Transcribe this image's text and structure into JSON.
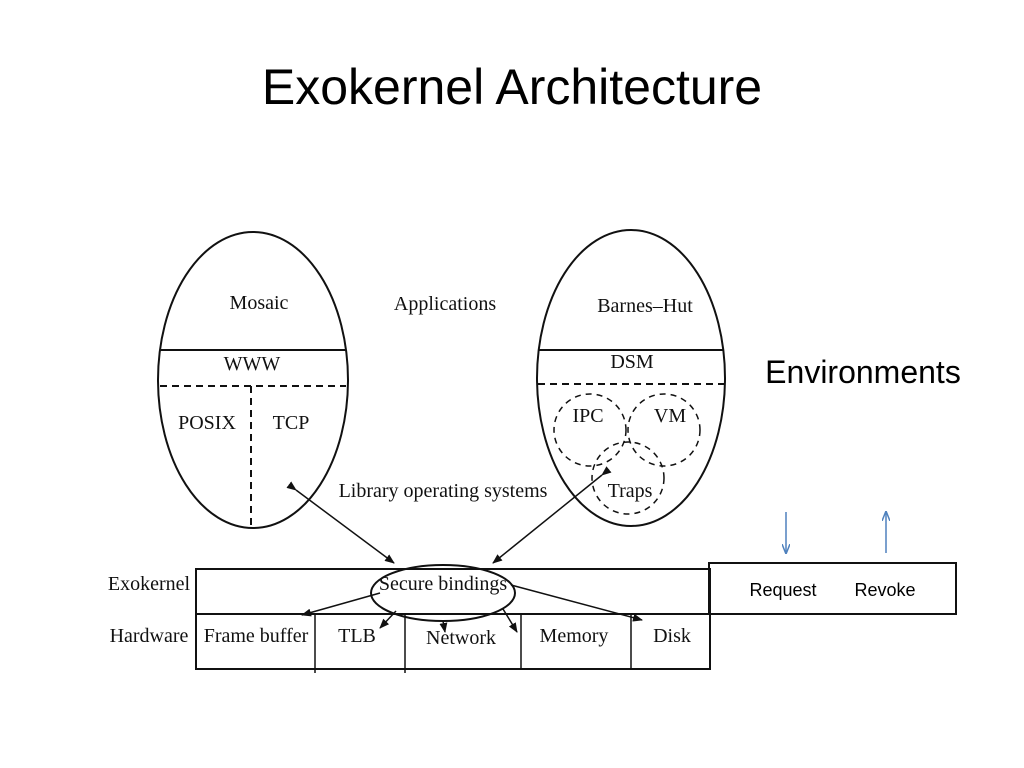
{
  "title": "Exokernel Architecture",
  "environments_label": "Environments",
  "left_app": {
    "app": "Mosaic",
    "library": "WWW",
    "services": [
      "POSIX",
      "TCP"
    ]
  },
  "right_app": {
    "app": "Barnes–Hut",
    "library": "DSM",
    "services": [
      "IPC",
      "VM",
      "Traps"
    ]
  },
  "applications_label": "Applications",
  "library_os_label": "Library operating systems",
  "exokernel_label": "Exokernel",
  "hardware_label": "Hardware",
  "secure_bindings_label": "Secure bindings",
  "hardware_cells": [
    "Frame buffer",
    "TLB",
    "Network",
    "Memory",
    "Disk"
  ],
  "actions": {
    "request": "Request",
    "revoke": "Revoke"
  },
  "colors": {
    "arrow_accent": "#4f81bd",
    "line": "#111111"
  }
}
